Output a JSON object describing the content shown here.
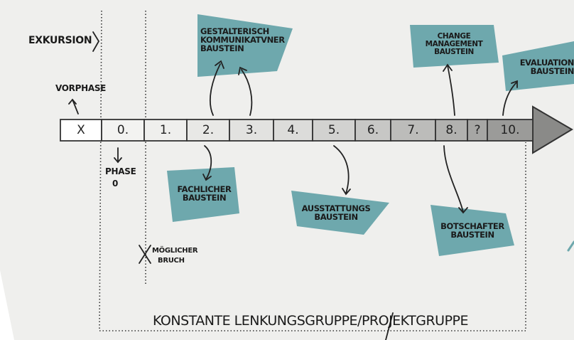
{
  "colors": {
    "tag_fill": "#6ea8ad",
    "background": "#f3f3f1",
    "ink": "#1d1d1d"
  },
  "labels": {
    "exkursion": "EXKURSION",
    "vorphase": "VORPHASE",
    "phase": "PHASE",
    "phase_num": "0",
    "bruch_1": "MÖGLICHER",
    "bruch_2": "BRUCH",
    "footer": "KONSTANTE  LENKUNGSGRUPPE/PROJEKTGRUPPE"
  },
  "timeline": {
    "segments": [
      "X",
      "0.",
      "1.",
      "2.",
      "3.",
      "4.",
      "5.",
      "6.",
      "7.",
      "8.",
      "?",
      "10."
    ]
  },
  "tags": {
    "gestalterisch": [
      "GESTALTERISCH",
      "KOMMUNIKATVNER",
      "BAUSTEIN"
    ],
    "change": [
      "CHANGE",
      "MANAGEMENT",
      "BAUSTEIN"
    ],
    "evaluation": [
      "EVALUATION",
      "BAUSTEIN"
    ],
    "fachlicher": [
      "FACHLICHER",
      "BAUSTEIN"
    ],
    "ausstattungs": [
      "AUSSTATTUNGS",
      "BAUSTEIN"
    ],
    "botschafter": [
      "BOTSCHAFTER",
      "BAUSTEIN"
    ]
  }
}
